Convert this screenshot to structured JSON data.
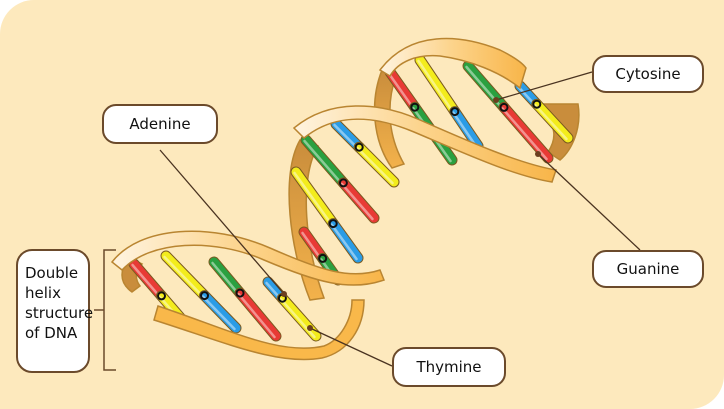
{
  "diagram": {
    "title": "DNA double helix",
    "colors": {
      "background": "#fde9bd",
      "backbone": "#f9b74a",
      "backbone_outline": "#b98531",
      "adenine": "#e83a35",
      "thymine": "#f3ec1c",
      "guanine": "#2aa040",
      "cytosine": "#2a9ce6",
      "label_border": "#6b4a2b",
      "leader_line": "#4a3320"
    },
    "labels": {
      "adenine": "Adenine",
      "cytosine": "Cytosine",
      "guanine": "Guanine",
      "thymine": "Thymine",
      "structure_lines": [
        "Double",
        "helix",
        "structure",
        "of DNA"
      ]
    }
  }
}
